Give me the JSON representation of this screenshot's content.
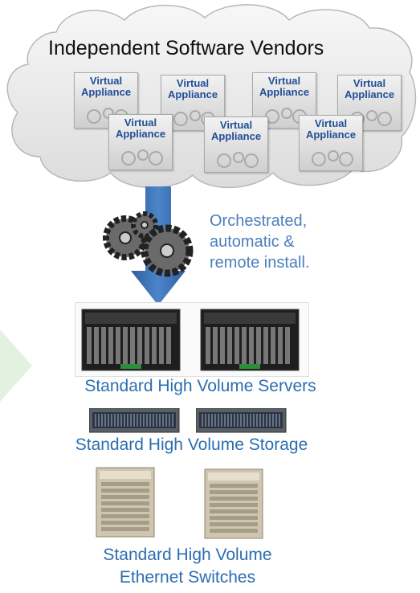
{
  "cloud": {
    "title": "Independent Software Vendors",
    "appliances": [
      {
        "line1": "Virtual",
        "line2": "Appliance"
      },
      {
        "line1": "Virtual",
        "line2": "Appliance"
      },
      {
        "line1": "Virtual",
        "line2": "Appliance"
      },
      {
        "line1": "Virtual",
        "line2": "Appliance"
      },
      {
        "line1": "Virtual",
        "line2": "Appliance"
      },
      {
        "line1": "Virtual",
        "line2": "Appliance"
      },
      {
        "line1": "Virtual",
        "line2": "Appliance"
      }
    ]
  },
  "process": {
    "line1": "Orchestrated,",
    "line2": "automatic &",
    "line3": "remote install."
  },
  "hardware": {
    "servers_label": "Standard High Volume Servers",
    "storage_label": "Standard High Volume Storage",
    "switches_label_line1": "Standard High Volume",
    "switches_label_line2": "Ethernet Switches"
  },
  "colors": {
    "appliance_text": "#1f4e96",
    "process_text": "#4a7fbd",
    "hardware_text": "#2b6eb0",
    "arrow": "#3a6fb5",
    "cloud_fill": "#e9e9e9"
  },
  "icons": [
    "cloud-icon",
    "gears-icon",
    "down-arrow-icon",
    "server-icon",
    "storage-icon",
    "switch-icon"
  ]
}
